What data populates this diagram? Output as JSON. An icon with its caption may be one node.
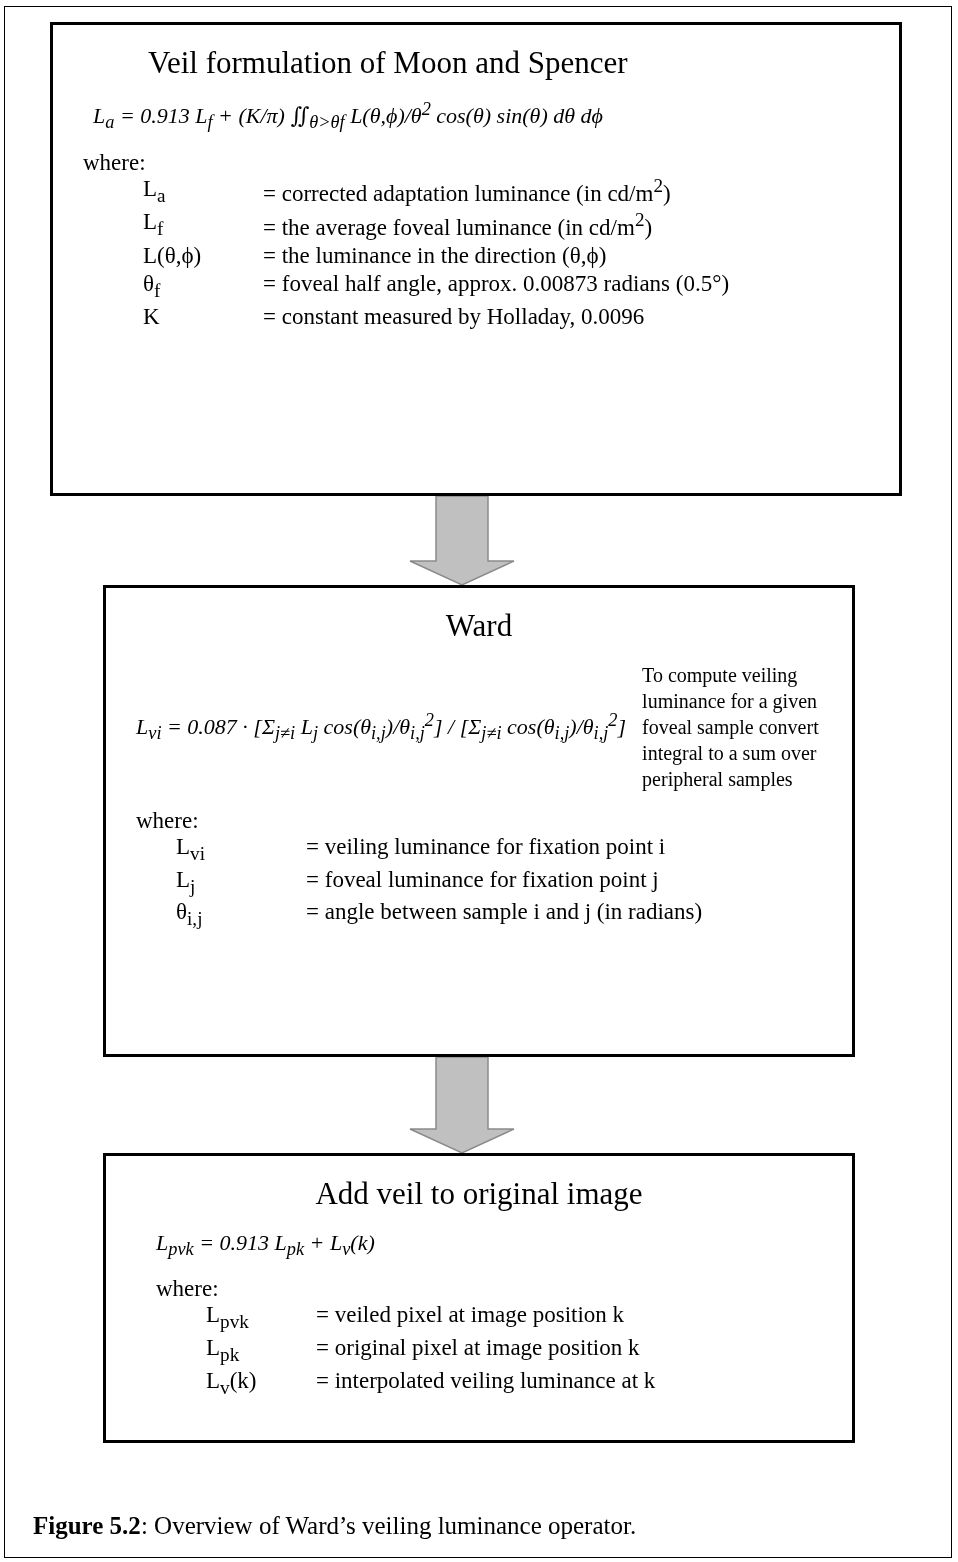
{
  "diagram": {
    "caption": "**Figure 5.2**: Overview of Ward’s veiling luminance operator.",
    "nodes": [
      {
        "text": [
          "Veil formulation of Moon and Spencer",
          "L$_{a}$ = 0.913 L$_{f}$ + (K/π) ∬$_{θ>θf}$ L(θ,ϕ)/θ$^{2}$ cos(θ) sin(θ) dθ dϕ",
          "where:",
          "L$_{a}$",
          "= corrected adaptation luminance (in cd/m$^{2}$)",
          "L$_{f}$",
          "= the average foveal luminance (in cd/m$^{2}$)",
          "L(θ,ϕ)",
          "= the luminance in the direction (θ,ϕ)",
          "θ$_{f}$",
          "= foveal half angle, approx. 0.00873 radians (0.5°)",
          "K",
          "= constant measured by Holladay, 0.0096"
        ]
      },
      {
        "text": [
          "Ward",
          "L$_{vi}$ = 0.087 · [Σ$_{j≠i}$ L$_{j}$ cos(θ$_{i,j}$)/θ$_{i,j}$$^{2}$] / [Σ$_{j≠i}$ cos(θ$_{i,j}$)/θ$_{i,j}$$^{2}$]",
          "To compute veiling luminance for a given foveal sample convert integral to a sum over peripheral samples",
          "where:",
          "L$_{vi}$",
          "= veiling luminance for fixation point i",
          "L$_{j}$",
          "= foveal luminance for fixation point j",
          "θ$_{i,j}$",
          "= angle between sample i and j (in radians)"
        ]
      },
      {
        "text": [
          "Add veil to original image",
          "L$_{pvk}$ = 0.913 L$_{pk}$ + L$_{v}$(k)",
          "where:",
          "L$_{pvk}$",
          "= veiled pixel at image position k",
          "L$_{pk}$",
          "= original pixel at image position k",
          "L$_{v}$(k)",
          "= interpolated veiling luminance at k"
        ]
      }
    ],
    "edges": [
      {
        "from": 0,
        "to": 1,
        "arrow": "to"
      },
      {
        "from": 1,
        "to": 2,
        "arrow": "to"
      }
    ]
  }
}
